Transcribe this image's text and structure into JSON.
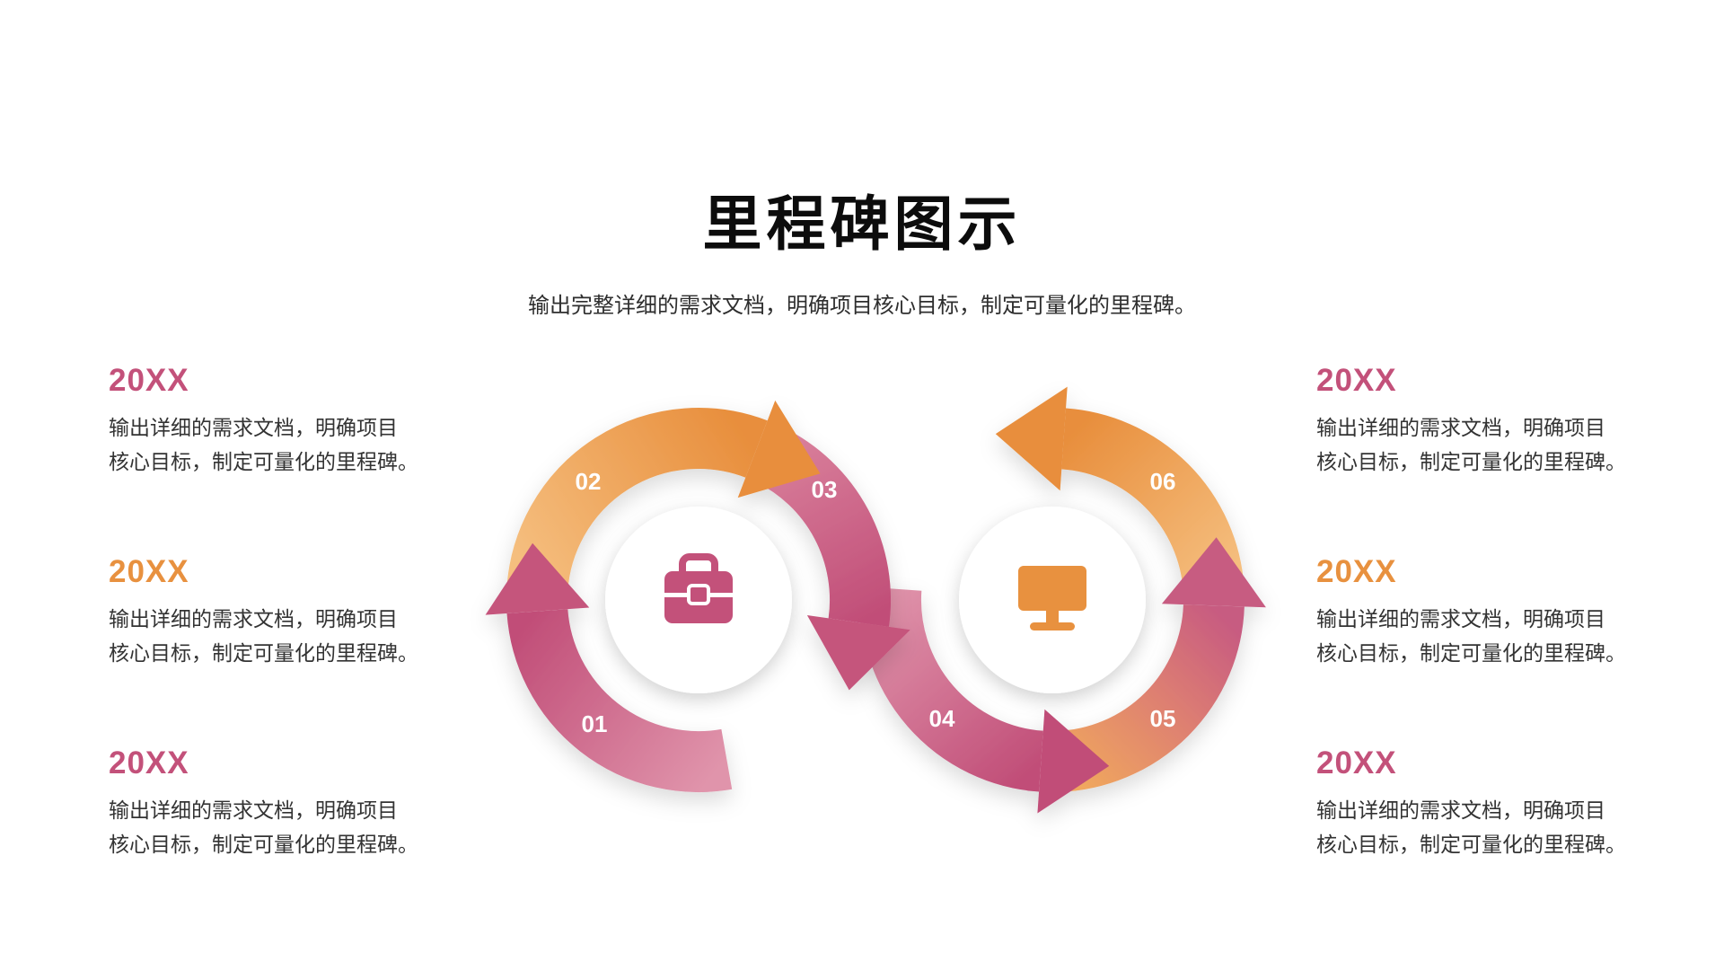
{
  "slide": {
    "title": "里程碑图示",
    "subtitle": "输出完整详细的需求文档，明确项目核心目标，制定可量化的里程碑。"
  },
  "colors": {
    "pink": "#C3517A",
    "pink_light": "#E094AB",
    "orange": "#E8913F",
    "orange_light": "#F5BE7E"
  },
  "diagram": {
    "type": "milestone-cycle",
    "steps": [
      {
        "num": "01"
      },
      {
        "num": "02"
      },
      {
        "num": "03"
      },
      {
        "num": "04"
      },
      {
        "num": "05"
      },
      {
        "num": "06"
      }
    ],
    "icons": {
      "left_center": "briefcase-icon",
      "right_center": "monitor-icon"
    }
  },
  "milestones": {
    "left": [
      {
        "year": "20XX",
        "accent": "pink",
        "line1": "输出详细的需求文档，明确项目",
        "line2": "核心目标，制定可量化的里程碑。"
      },
      {
        "year": "20XX",
        "accent": "orange",
        "line1": "输出详细的需求文档，明确项目",
        "line2": "核心目标，制定可量化的里程碑。"
      },
      {
        "year": "20XX",
        "accent": "pink",
        "line1": "输出详细的需求文档，明确项目",
        "line2": "核心目标，制定可量化的里程碑。"
      }
    ],
    "right": [
      {
        "year": "20XX",
        "accent": "pink",
        "line1": "输出详细的需求文档，明确项目",
        "line2": "核心目标，制定可量化的里程碑。"
      },
      {
        "year": "20XX",
        "accent": "orange",
        "line1": "输出详细的需求文档，明确项目",
        "line2": "核心目标，制定可量化的里程碑。"
      },
      {
        "year": "20XX",
        "accent": "pink",
        "line1": "输出详细的需求文档，明确项目",
        "line2": "核心目标，制定可量化的里程碑。"
      }
    ]
  }
}
